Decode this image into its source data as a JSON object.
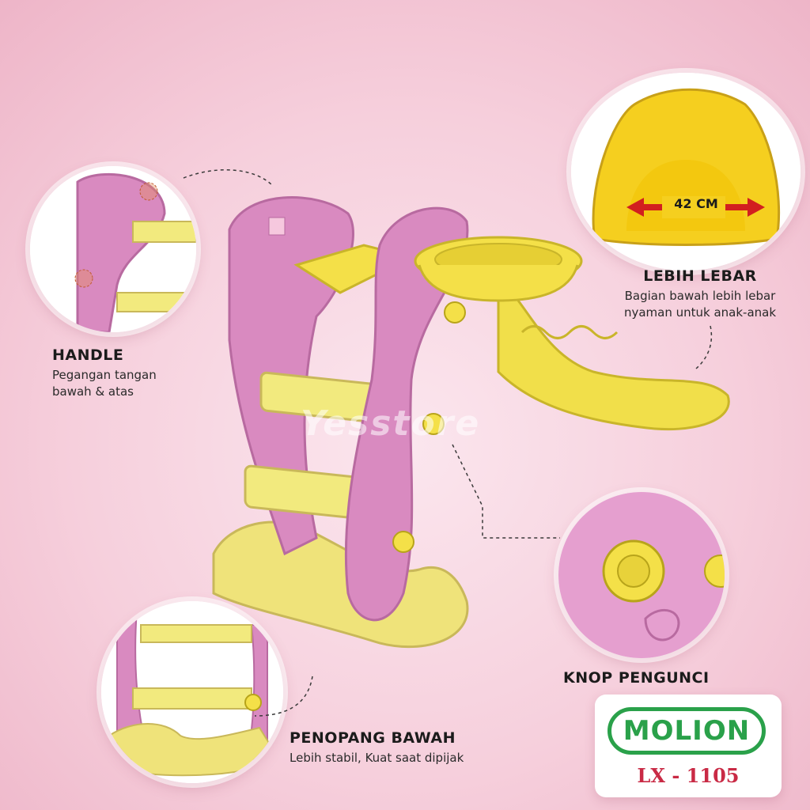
{
  "features": {
    "handle": {
      "title": "HANDLE",
      "desc_line1": "Pegangan tangan",
      "desc_line2": "bawah & atas"
    },
    "wide": {
      "title": "LEBIH LEBAR",
      "desc_line1": "Bagian bawah lebih lebar",
      "desc_line2": "nyaman untuk anak-anak",
      "dimension": "42 CM"
    },
    "knob": {
      "title": "KNOP PENGUNCI"
    },
    "base": {
      "title": "PENOPANG BAWAH",
      "desc": "Lebih stabil, Kuat saat dipijak"
    }
  },
  "watermark": "Yesstore",
  "brand": {
    "name": "MOLION",
    "model": "LX - 1105"
  },
  "colors": {
    "pink": "#d684b5",
    "yellow": "#f1e55a",
    "green": "#2aa14a",
    "red": "#c92a45"
  }
}
